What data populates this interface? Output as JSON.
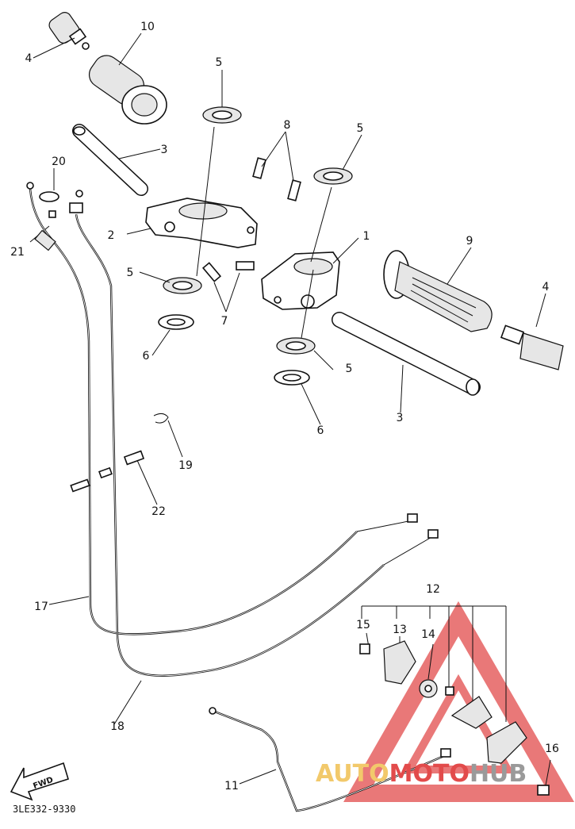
{
  "diagram": {
    "callouts": [
      "1",
      "2",
      "3",
      "4",
      "5",
      "6",
      "7",
      "8",
      "9",
      "10",
      "11",
      "12",
      "13",
      "14",
      "15",
      "16",
      "17",
      "18",
      "19",
      "20",
      "21",
      "22"
    ],
    "catalog_code": "3LE332-9330",
    "fwd_arrow_label": "FWD",
    "watermark": {
      "text": "AUTOMOTOHUB",
      "colors": {
        "auto": "#f2c96b",
        "moto": "#e24b4b",
        "hub": "#9a9a9a"
      }
    }
  }
}
